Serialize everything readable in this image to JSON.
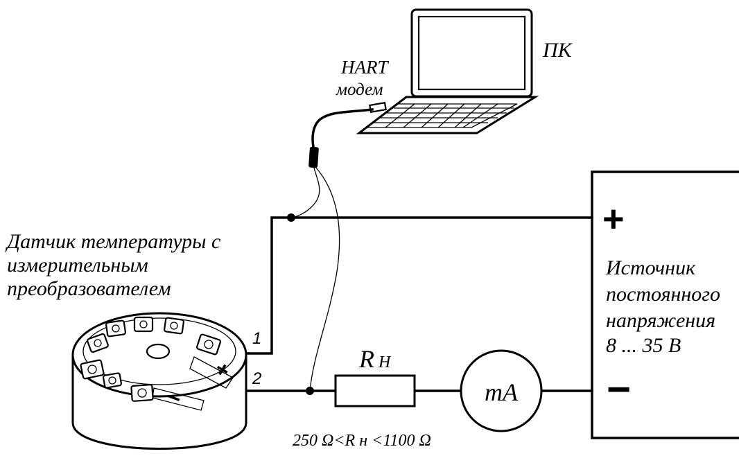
{
  "labels": {
    "pc": "ПК",
    "hart_line1": "HART",
    "hart_line2": "модем",
    "sensor_line1": "Датчик температуры с",
    "sensor_line2": "измерительным",
    "sensor_line3": "преобразователем",
    "source_line1": "Источник",
    "source_line2": "постоянного",
    "source_line3": "напряжения",
    "source_line4": "8 ... 35  В",
    "plus_sign": "+",
    "minus_sign": "−",
    "terminal_plus": "+",
    "terminal_minus": "−",
    "wire1": "1",
    "wire2": "2",
    "resistor_main": "R",
    "resistor_sub": "Н",
    "ammeter": "mA",
    "range_text": "250 Ω<R н <1100 Ω"
  }
}
